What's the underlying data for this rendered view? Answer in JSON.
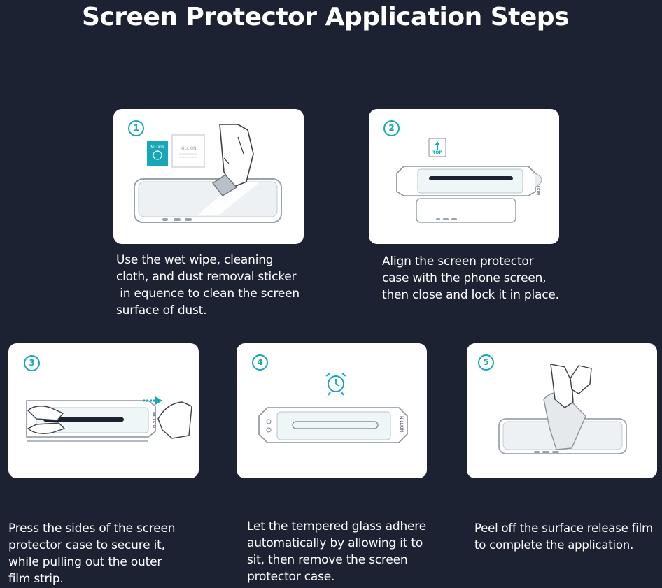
{
  "title": "Screen Protector Application Steps",
  "colors": {
    "background": "#1d2233",
    "accent": "#17a7b8",
    "card": "#ffffff"
  },
  "steps": [
    {
      "number": "1",
      "wipe_brand": "NILLKIN",
      "sticker_brand": "NILLKIN",
      "caption_lines": [
        "Use the wet wipe, cleaning",
        "cloth, and dust removal sticker",
        " in equence to clean the screen",
        "surface of dust."
      ]
    },
    {
      "number": "2",
      "top_label": "TOP",
      "case_brand": "NILLKIN",
      "caption_lines": [
        "Align the screen protector",
        "case with the phone screen,",
        "then close and lock it in place."
      ]
    },
    {
      "number": "3",
      "case_brand": "NILLKIN",
      "caption_lines": [
        "Press the sides of the screen",
        "protector case to secure it,",
        "while pulling out the outer",
        "film strip."
      ]
    },
    {
      "number": "4",
      "case_brand": "NILLKIN",
      "caption_lines": [
        "Let the tempered glass adhere",
        "automatically by allowing it to",
        "sit, then remove the screen",
        "protector case."
      ]
    },
    {
      "number": "5",
      "caption_lines": [
        "Peel off the surface release film",
        "to complete the application."
      ]
    }
  ]
}
